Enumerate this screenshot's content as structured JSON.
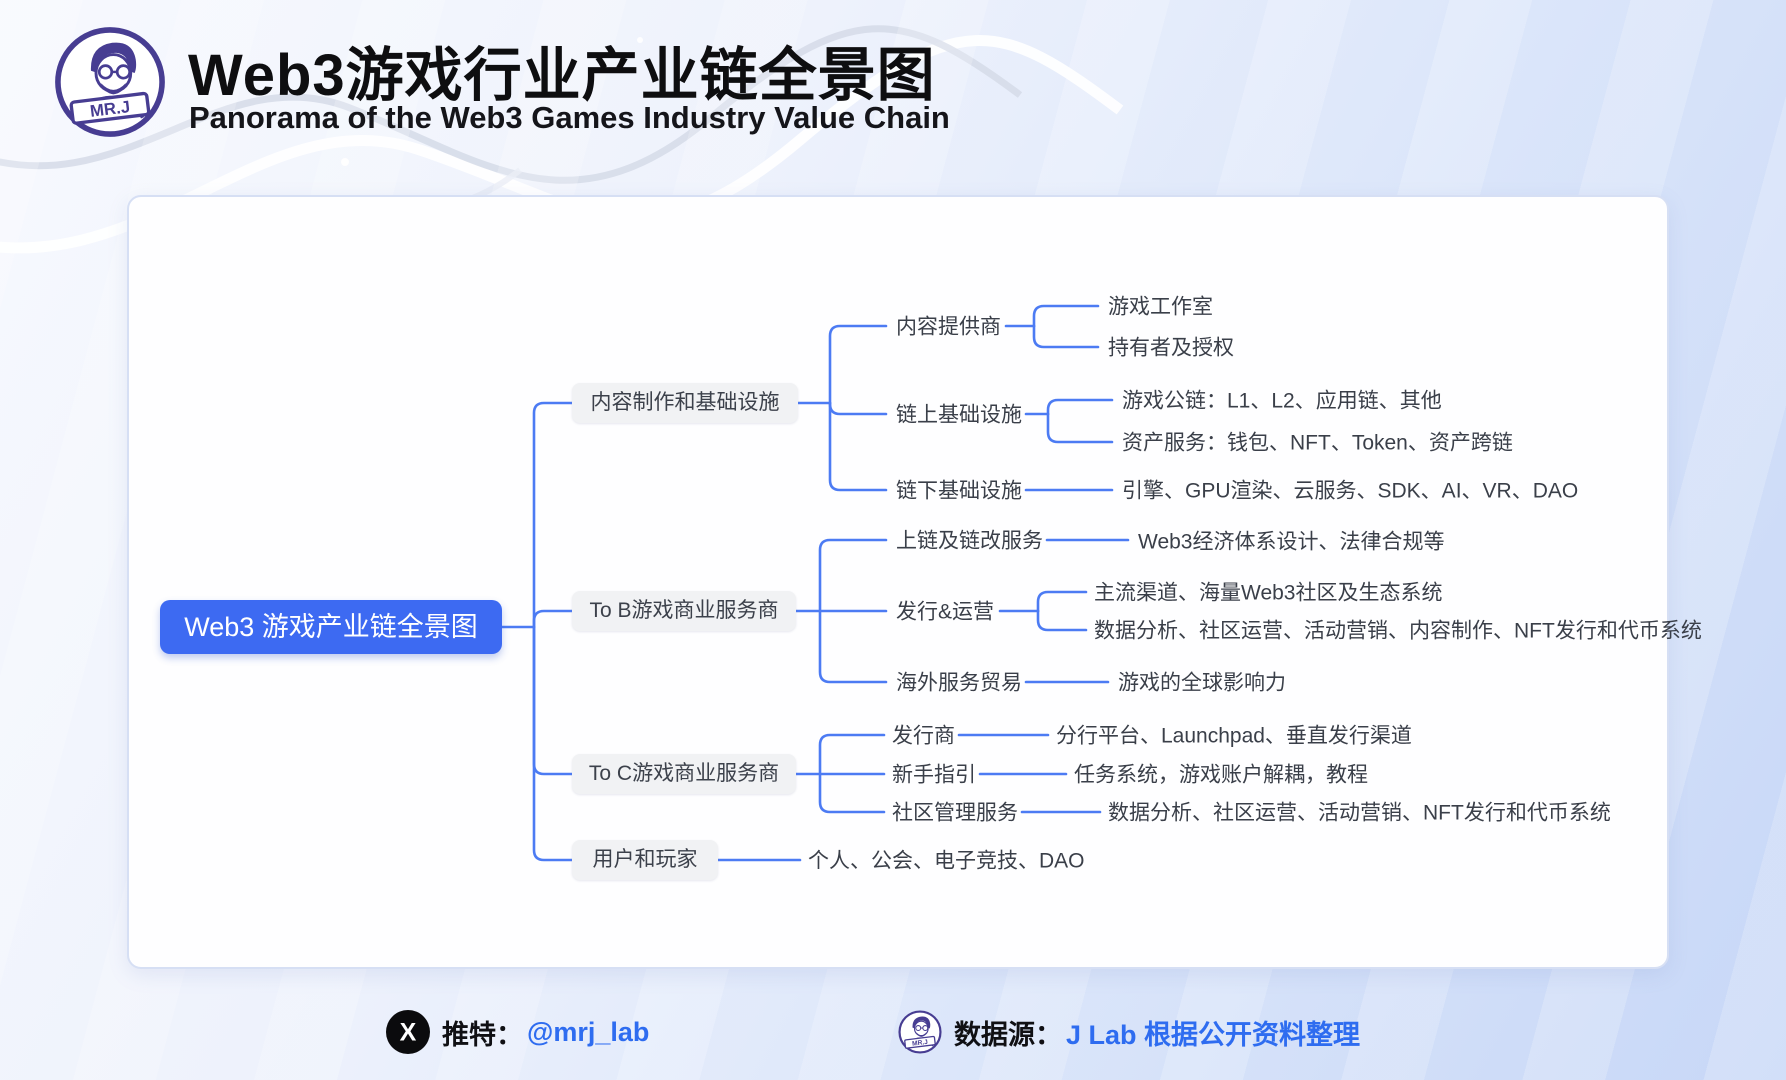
{
  "header": {
    "title": "Web3游戏行业产业链全景图",
    "subtitle": "Panorama of the Web3 Games Industry Value Chain",
    "logo_text": "MR.J"
  },
  "colors": {
    "accent_blue": "#3D6AF2",
    "connector_blue": "#4C7BF3",
    "node_gray_bg": "#F1F2F4",
    "text_dark": "#3A3F49",
    "footer_link_blue": "#2E6CF0",
    "logo_indigo": "#473D92"
  },
  "icons": {
    "x_logo": "x-twitter-icon",
    "footer_avatar": "mrj-avatar-icon"
  },
  "mindmap": {
    "root": {
      "label": "Web3 游戏产业链全景图"
    },
    "branches": [
      {
        "label": "内容制作和基础设施",
        "children": [
          {
            "label": "内容提供商",
            "leaves": [
              "游戏工作室",
              "持有者及授权"
            ]
          },
          {
            "label": "链上基础设施",
            "leaves": [
              "游戏公链：L1、L2、应用链、其他",
              "资产服务：钱包、NFT、Token、资产跨链"
            ]
          },
          {
            "label": "链下基础设施",
            "leaves": [
              "引擎、GPU渲染、云服务、SDK、AI、VR、DAO"
            ]
          }
        ]
      },
      {
        "label": "To B游戏商业服务商",
        "children": [
          {
            "label": "上链及链改服务",
            "leaves": [
              "Web3经济体系设计、法律合规等"
            ]
          },
          {
            "label": "发行&运营",
            "leaves": [
              "主流渠道、海量Web3社区及生态系统",
              "数据分析、社区运营、活动营销、内容制作、NFT发行和代币系统"
            ]
          },
          {
            "label": "海外服务贸易",
            "leaves": [
              "游戏的全球影响力"
            ]
          }
        ]
      },
      {
        "label": "To C游戏商业服务商",
        "children": [
          {
            "label": "发行商",
            "leaves": [
              "分行平台、Launchpad、垂直发行渠道"
            ]
          },
          {
            "label": "新手指引",
            "leaves": [
              "任务系统，游戏账户解耦，教程"
            ]
          },
          {
            "label": "社区管理服务",
            "leaves": [
              "数据分析、社区运营、活动营销、NFT发行和代币系统"
            ]
          }
        ]
      },
      {
        "label": "用户和玩家",
        "children": [
          {
            "label": "",
            "leaves": [
              "个人、公会、电子竞技、DAO"
            ]
          }
        ]
      }
    ]
  },
  "footer": {
    "twitter_label": "推特：",
    "twitter_handle": "@mrj_lab",
    "source_label": "数据源：",
    "source_value": "J Lab 根据公开资料整理"
  }
}
